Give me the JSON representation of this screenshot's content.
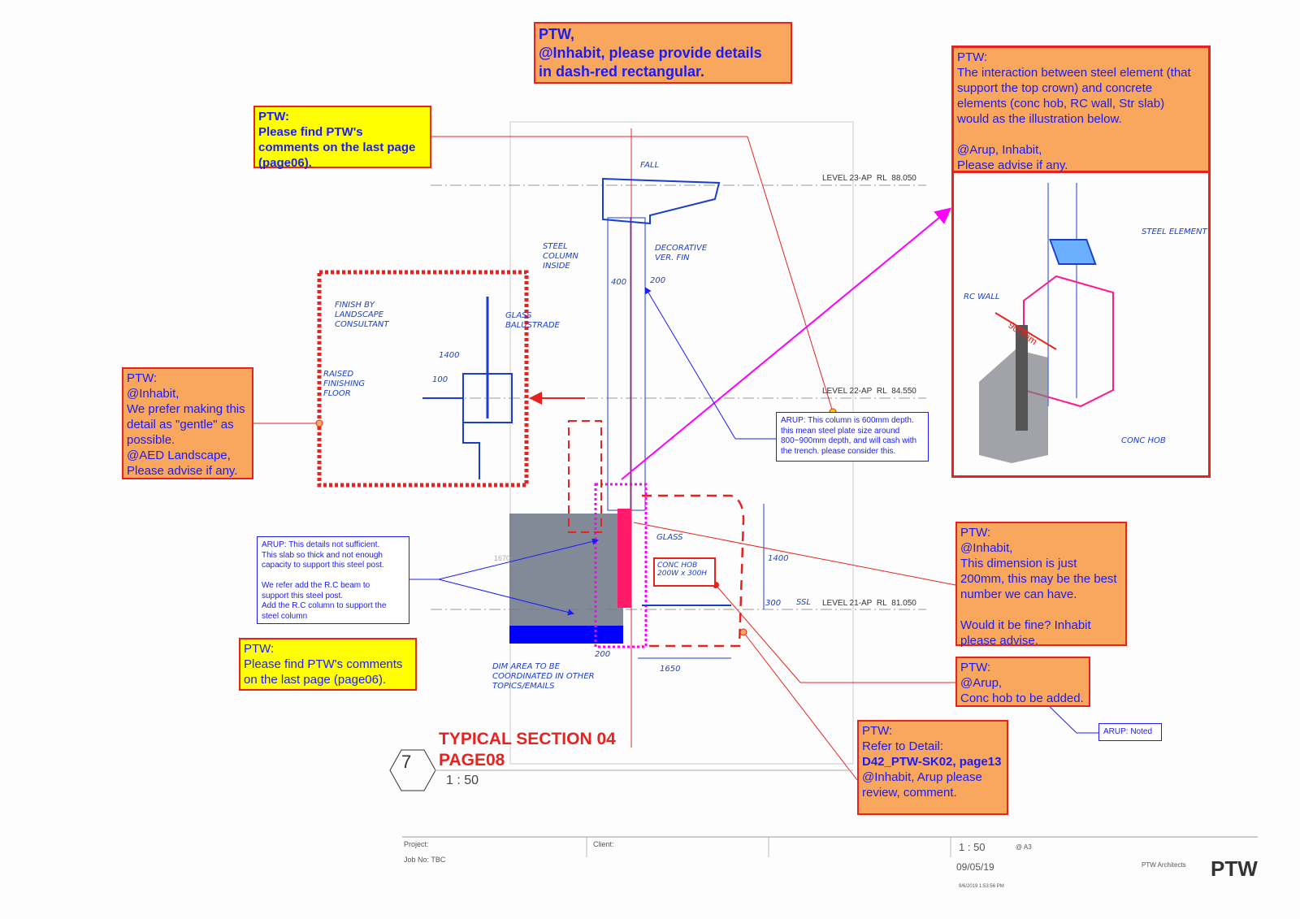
{
  "header_note": {
    "lines": "PTW,\n@Inhabit, please provide details\nin dash-red rectangular."
  },
  "yellow_note_top": {
    "text": "PTW:\nPlease find PTW's\ncomments on the last page\n(page06)."
  },
  "right_note": {
    "text": "PTW:\nThe interaction between steel element (that\nsupport the top crown) and concrete\nelements (conc hob, RC wall, Str slab)\nwould as the illustration below.\n\n@Arup, Inhabit,\nPlease advise if any."
  },
  "left_note": {
    "text": "PTW:\n@Inhabit,\nWe prefer making this\ndetail as \"gentle\" as\npossible.\n@AED Landscape,\nPlease advise if any."
  },
  "arup_column_note": {
    "text": "ARUP: This column is 600mm depth.\nthis mean steel plate size around\n800~900mm depth, and will cash with\nthe trench. please consider this."
  },
  "arup_details_note": {
    "text": "ARUP: This details not sufficient.\nThis slab so thick and not enough\ncapacity to support this steel post.\n\nWe refer add the R.C beam to\nsupport this steel post.\nAdd the R.C column to support the\nsteel column"
  },
  "yellow_note_bottom": {
    "text": "PTW:\nPlease find PTW's comments\non the last page (page06)."
  },
  "dimension_note": {
    "text": "PTW:\n@Inhabit,\nThis dimension is just\n200mm, this may be the best\nnumber we can have.\n\nWould it be fine? Inhabit\nplease advise."
  },
  "conc_hob_note": {
    "text": "PTW:\n@Arup,\nConc hob to be added."
  },
  "arup_noted": {
    "text": "ARUP: Noted"
  },
  "refer_detail_note": {
    "line1": "PTW:\nRefer to Detail:",
    "ref": "D42_PTW-SK02, page13",
    "line3": "\n@Inhabit, Arup please\nreview, comment."
  },
  "levels": [
    {
      "name": "LEVEL 23-AP",
      "rl": "RL",
      "value": "88.050"
    },
    {
      "name": "LEVEL 22-AP",
      "rl": "RL",
      "value": "84.550"
    },
    {
      "name": "LEVEL 21-AP",
      "rl": "RL",
      "value": "81.050"
    }
  ],
  "sketch_labels": {
    "fall": "FALL",
    "steel_column": "STEEL COLUMN INSIDE",
    "decorative_fin": "DECORATIVE VER. FIN",
    "dim_400": "400",
    "dim_200": "200",
    "finish": "FINISH BY LANDSCAPE CONSULTANT",
    "glass_balustrade": "GLASS BALUSTRADE",
    "dim_1400": "1400",
    "dim_100": "100",
    "raised": "RAISED FINISHING FLOOR",
    "glass": "GLASS",
    "conc_hob": "CONC HOB 200W x 300H",
    "dim_1400b": "1400",
    "dim_300": "300",
    "ssl": "SSL",
    "dim_1650": "1650",
    "dim_200b": "200",
    "dim_1670": "1670",
    "dim_area": "DIM AREA TO BE COORDINATED IN OTHER TOPICS/EMAILS",
    "steel_element": "STEEL ELEMENT",
    "rc_wall": "RC WALL",
    "dim_900": "900mm",
    "conc_hob_3d": "CONC HOB"
  },
  "section": {
    "number": "7",
    "title1": "TYPICAL SECTION 04",
    "title2": "PAGE08",
    "scale": "1 : 50"
  },
  "title_block": {
    "project": "Project:",
    "client": "Client:",
    "job_no": "Job No:  TBC",
    "scale": "1 : 50",
    "paper": "@ A3",
    "date": "09/05/19",
    "timestamp": "9/6/2019 1:53:56 PM",
    "firm": "PTW Architects",
    "logo": "PTW"
  },
  "colors": {
    "note_orange": "#f8a75c",
    "note_yellow": "#ffff00",
    "border_red": "#e8231f",
    "text_blue": "#1a1aff",
    "magenta": "#ff00ff"
  }
}
